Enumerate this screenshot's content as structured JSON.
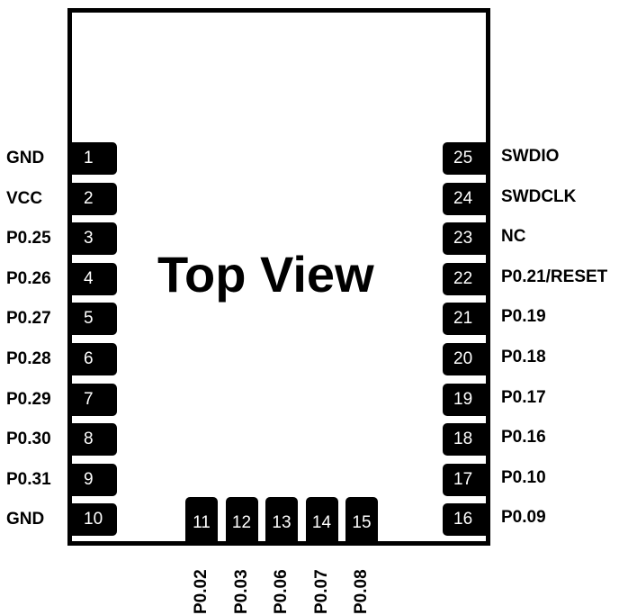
{
  "title": "Top View",
  "left_pins": [
    {
      "num": "1",
      "name": "GND"
    },
    {
      "num": "2",
      "name": "VCC"
    },
    {
      "num": "3",
      "name": "P0.25"
    },
    {
      "num": "4",
      "name": "P0.26"
    },
    {
      "num": "5",
      "name": "P0.27"
    },
    {
      "num": "6",
      "name": "P0.28"
    },
    {
      "num": "7",
      "name": "P0.29"
    },
    {
      "num": "8",
      "name": "P0.30"
    },
    {
      "num": "9",
      "name": "P0.31"
    },
    {
      "num": "10",
      "name": "GND"
    }
  ],
  "bottom_pins": [
    {
      "num": "11",
      "name": "P0.02"
    },
    {
      "num": "12",
      "name": "P0.03"
    },
    {
      "num": "13",
      "name": "P0.06"
    },
    {
      "num": "14",
      "name": "P0.07"
    },
    {
      "num": "15",
      "name": "P0.08"
    }
  ],
  "right_pins": [
    {
      "num": "25",
      "name": "SWDIO"
    },
    {
      "num": "24",
      "name": "SWDCLK"
    },
    {
      "num": "23",
      "name": "NC"
    },
    {
      "num": "22",
      "name": "P0.21/RESET"
    },
    {
      "num": "21",
      "name": "P0.19"
    },
    {
      "num": "20",
      "name": "P0.18"
    },
    {
      "num": "19",
      "name": "P0.17"
    },
    {
      "num": "18",
      "name": "P0.16"
    },
    {
      "num": "17",
      "name": "P0.10"
    },
    {
      "num": "16",
      "name": "P0.09"
    }
  ]
}
